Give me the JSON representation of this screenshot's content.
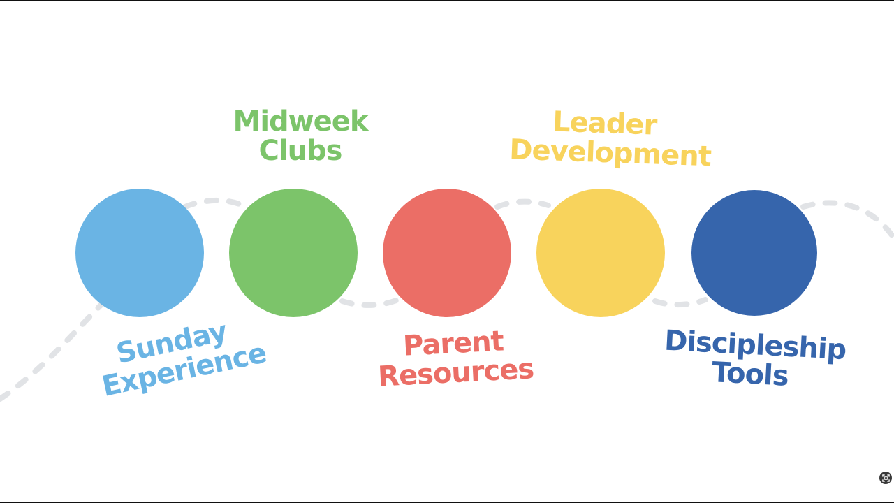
{
  "steps": [
    {
      "key": "sunday",
      "lines": [
        "Sunday",
        "Experience"
      ],
      "color": "#6AB4E4"
    },
    {
      "key": "midweek",
      "lines": [
        "Midweek",
        "Clubs"
      ],
      "color": "#7CC46A"
    },
    {
      "key": "parent",
      "lines": [
        "Parent",
        "Resources"
      ],
      "color": "#EB6E66"
    },
    {
      "key": "leader",
      "lines": [
        "Leader",
        "Development"
      ],
      "color": "#F8D35C"
    },
    {
      "key": "discipleship",
      "lines": [
        "Discipleship",
        "Tools"
      ],
      "color": "#3665AC"
    }
  ],
  "path_color": "#E1E3E6",
  "icons": {
    "fullscreen": "fullscreen-icon"
  }
}
